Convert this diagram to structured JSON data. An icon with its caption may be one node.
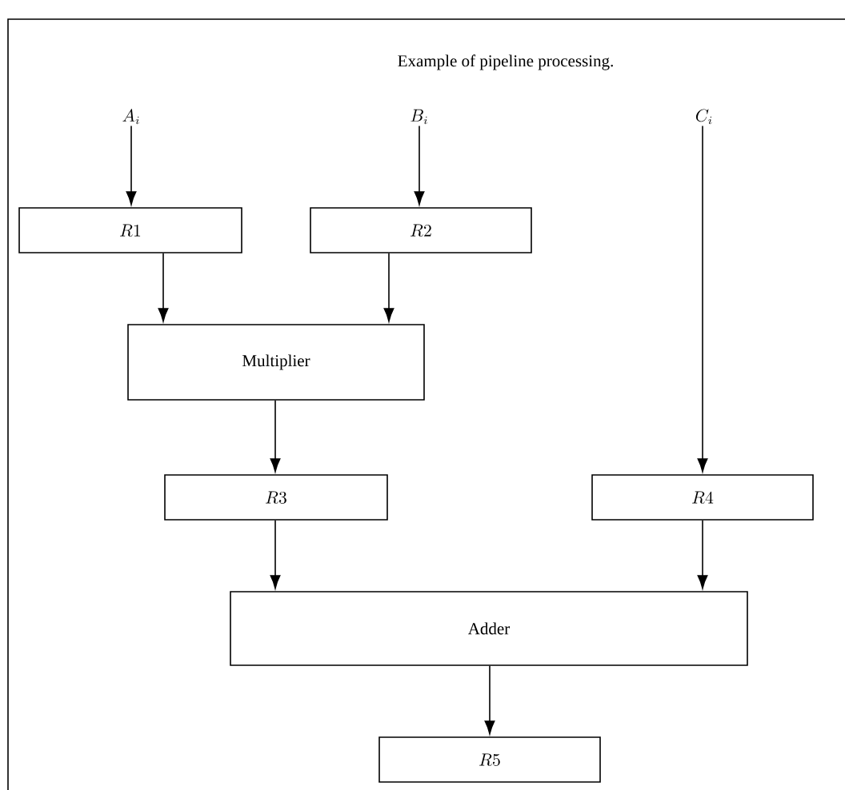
{
  "diagram": {
    "title": "Example of pipeline processing.",
    "nodes": [
      {
        "text": [
          "A_i"
        ]
      },
      {
        "text": [
          "B_i"
        ]
      },
      {
        "text": [
          "C_i"
        ]
      },
      {
        "text": [
          "R1"
        ]
      },
      {
        "text": [
          "R2"
        ]
      },
      {
        "text": [
          "Multiplier"
        ]
      },
      {
        "text": [
          "R3"
        ]
      },
      {
        "text": [
          "R4"
        ]
      },
      {
        "text": [
          "Adder"
        ]
      },
      {
        "text": [
          "R5"
        ]
      }
    ],
    "edges": [
      {
        "from": 0,
        "to": 3,
        "arrow": "to"
      },
      {
        "from": 1,
        "to": 4,
        "arrow": "to"
      },
      {
        "from": 3,
        "to": 5,
        "arrow": "to"
      },
      {
        "from": 4,
        "to": 5,
        "arrow": "to"
      },
      {
        "from": 5,
        "to": 6,
        "arrow": "to"
      },
      {
        "from": 2,
        "to": 7,
        "arrow": "to"
      },
      {
        "from": 6,
        "to": 8,
        "arrow": "to"
      },
      {
        "from": 7,
        "to": 8,
        "arrow": "to"
      },
      {
        "from": 8,
        "to": 9,
        "arrow": "to"
      }
    ]
  }
}
